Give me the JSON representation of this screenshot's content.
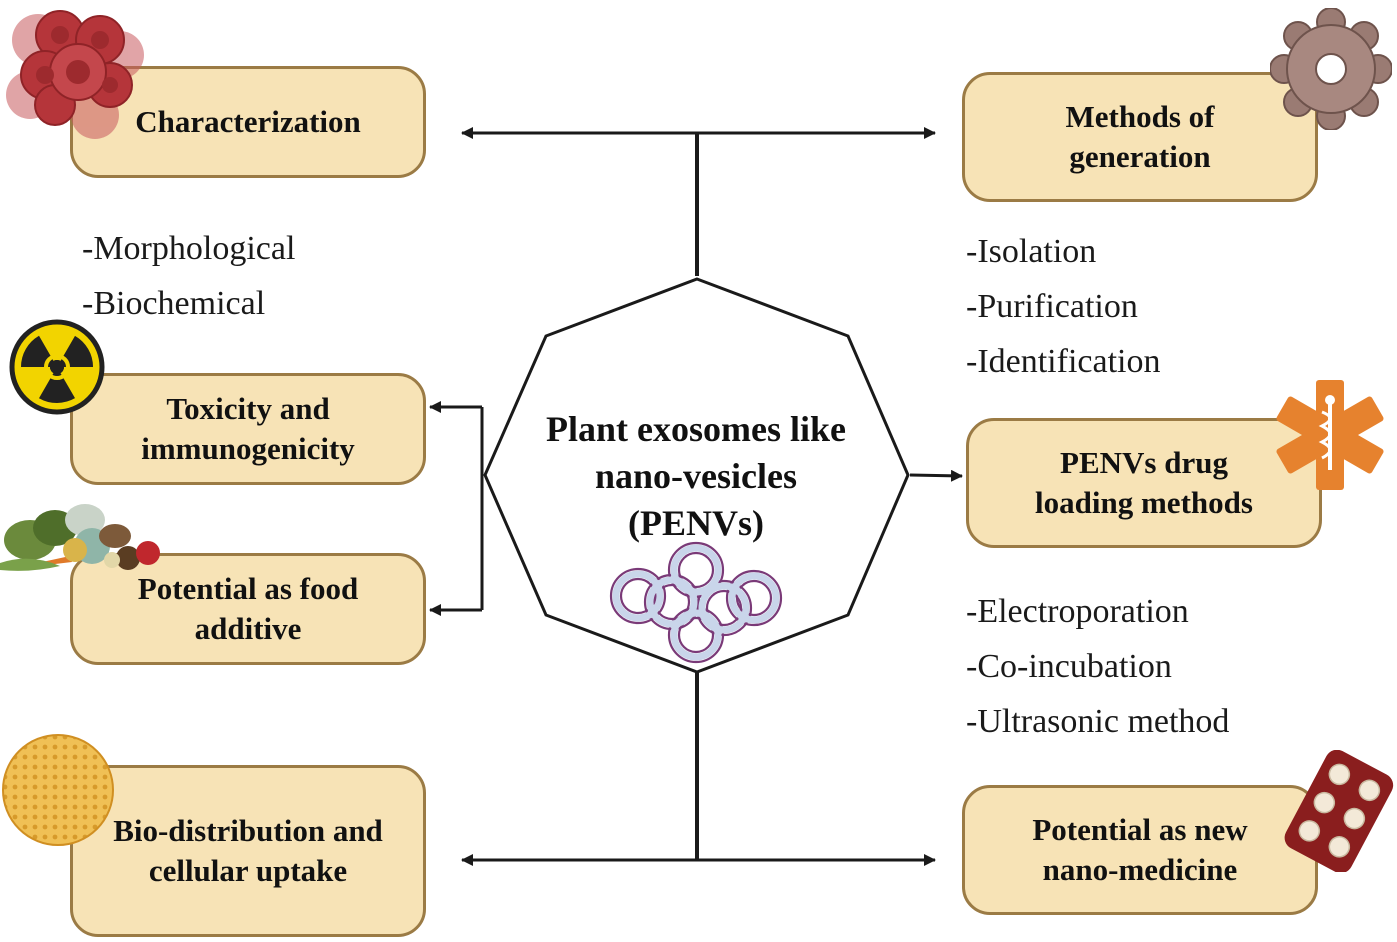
{
  "center": {
    "title_lines": [
      "Plant exosomes like",
      "nano-vesicles",
      "(PENVs)"
    ]
  },
  "boxes": {
    "characterization": [
      "Characterization"
    ],
    "toxicity": [
      "Toxicity and",
      "immunogenicity"
    ],
    "food_additive": [
      "Potential as food",
      "additive"
    ],
    "biodistribution": [
      "Bio-distribution and",
      "cellular uptake"
    ],
    "methods": [
      "Methods of",
      "generation"
    ],
    "drug_loading": [
      "PENVs drug",
      "loading methods"
    ],
    "nanomedicine": [
      "Potential as new",
      "nano-medicine"
    ]
  },
  "lists": {
    "characterization": [
      "-Morphological",
      "-Biochemical"
    ],
    "methods": [
      "-Isolation",
      "-Purification",
      "-Identification"
    ],
    "drug_loading": [
      "-Electroporation",
      "-Co-incubation",
      "-Ultrasonic method"
    ]
  },
  "icons": {
    "cells": "cell-cluster-icon",
    "radiation": "radiation-hazard-icon",
    "food": "vegetables-icon",
    "sphere": "porous-sphere-icon",
    "ring": "ring-particle-icon",
    "medical": "star-of-life-icon",
    "pills": "pill-blister-icon",
    "vesicles": "vesicle-cluster-icon"
  },
  "colors": {
    "box_fill": "#f7e3b6",
    "box_border": "#9b7b45",
    "line": "#1a1a1a",
    "medical_orange": "#e6822e",
    "pill_red": "#8a1e1e",
    "cell_red": "#b5353a",
    "radiation_yellow": "#f2d400",
    "vesicle_blue": "#c9d5ea",
    "vesicle_purple": "#7a3a78"
  }
}
